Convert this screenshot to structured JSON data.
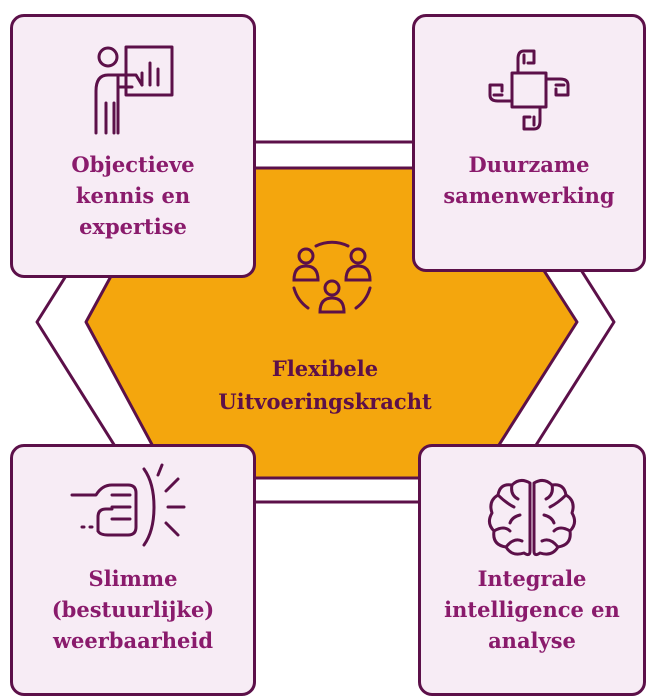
{
  "center": {
    "label": "Flexibele\nUitvoeringskracht",
    "icon": "team-circle-icon",
    "fill_color": "#f4a60d"
  },
  "cards": {
    "top_left": {
      "label": "Objectieve\nkennis en\nexpertise",
      "icon": "presenter-chart-icon"
    },
    "top_right": {
      "label": "Duurzame\nsamenwerking",
      "icon": "linked-hands-icon"
    },
    "bottom_left": {
      "label": "Slimme\n(bestuurlijke)\nweerbaarheid",
      "icon": "fist-impact-icon"
    },
    "bottom_right": {
      "label": "Integrale\nintelligence en\nanalyse",
      "icon": "brain-icon"
    }
  },
  "colors": {
    "primary_text": "#8a1b6c",
    "outline": "#5c1049",
    "card_background": "#f7ecf5",
    "hexagon_fill": "#f4a60d"
  }
}
